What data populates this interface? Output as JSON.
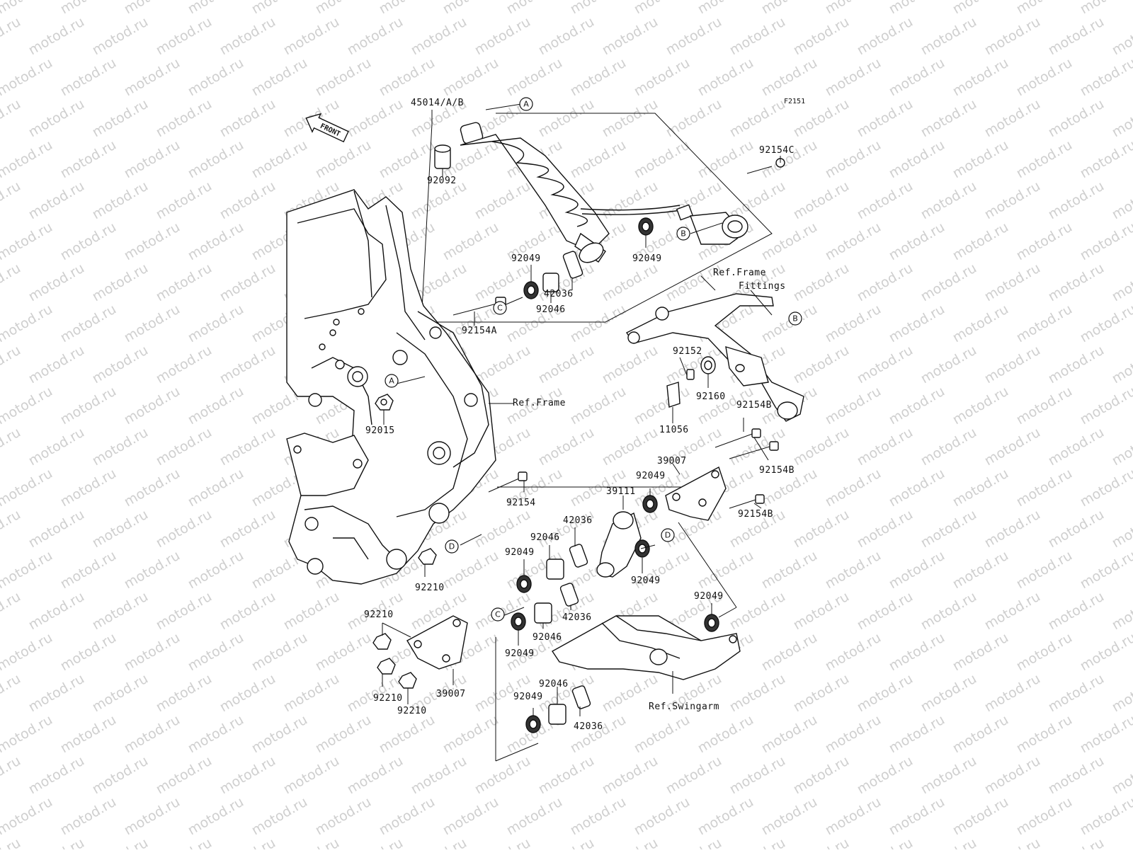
{
  "figure_code": "F2151",
  "watermark_text": "motod.ru",
  "front_arrow_text": "FRONT",
  "references": {
    "ref_frame_fittings_line1": "Ref.Frame",
    "ref_frame_fittings_line2": "Fittings",
    "ref_frame": "Ref.Frame",
    "ref_swingarm": "Ref.Swingarm"
  },
  "callout_letters": {
    "a": "A",
    "b": "B",
    "c": "C",
    "d": "D"
  },
  "part_numbers": {
    "shock_absorber": "45014/A/B",
    "collar_92092": "92092",
    "bolt_92154c": "92154C",
    "seal_92049": "92049",
    "sleeve_42036": "42036",
    "bearing_92046": "92046",
    "bolt_92154a": "92154A",
    "nut_92015": "92015",
    "collar_92152": "92152",
    "bushing_92160": "92160",
    "plate_11056": "11056",
    "bolt_92154b": "92154B",
    "rod_39007": "39007",
    "arm_39111": "39111",
    "bolt_92154": "92154",
    "nut_92210": "92210"
  }
}
